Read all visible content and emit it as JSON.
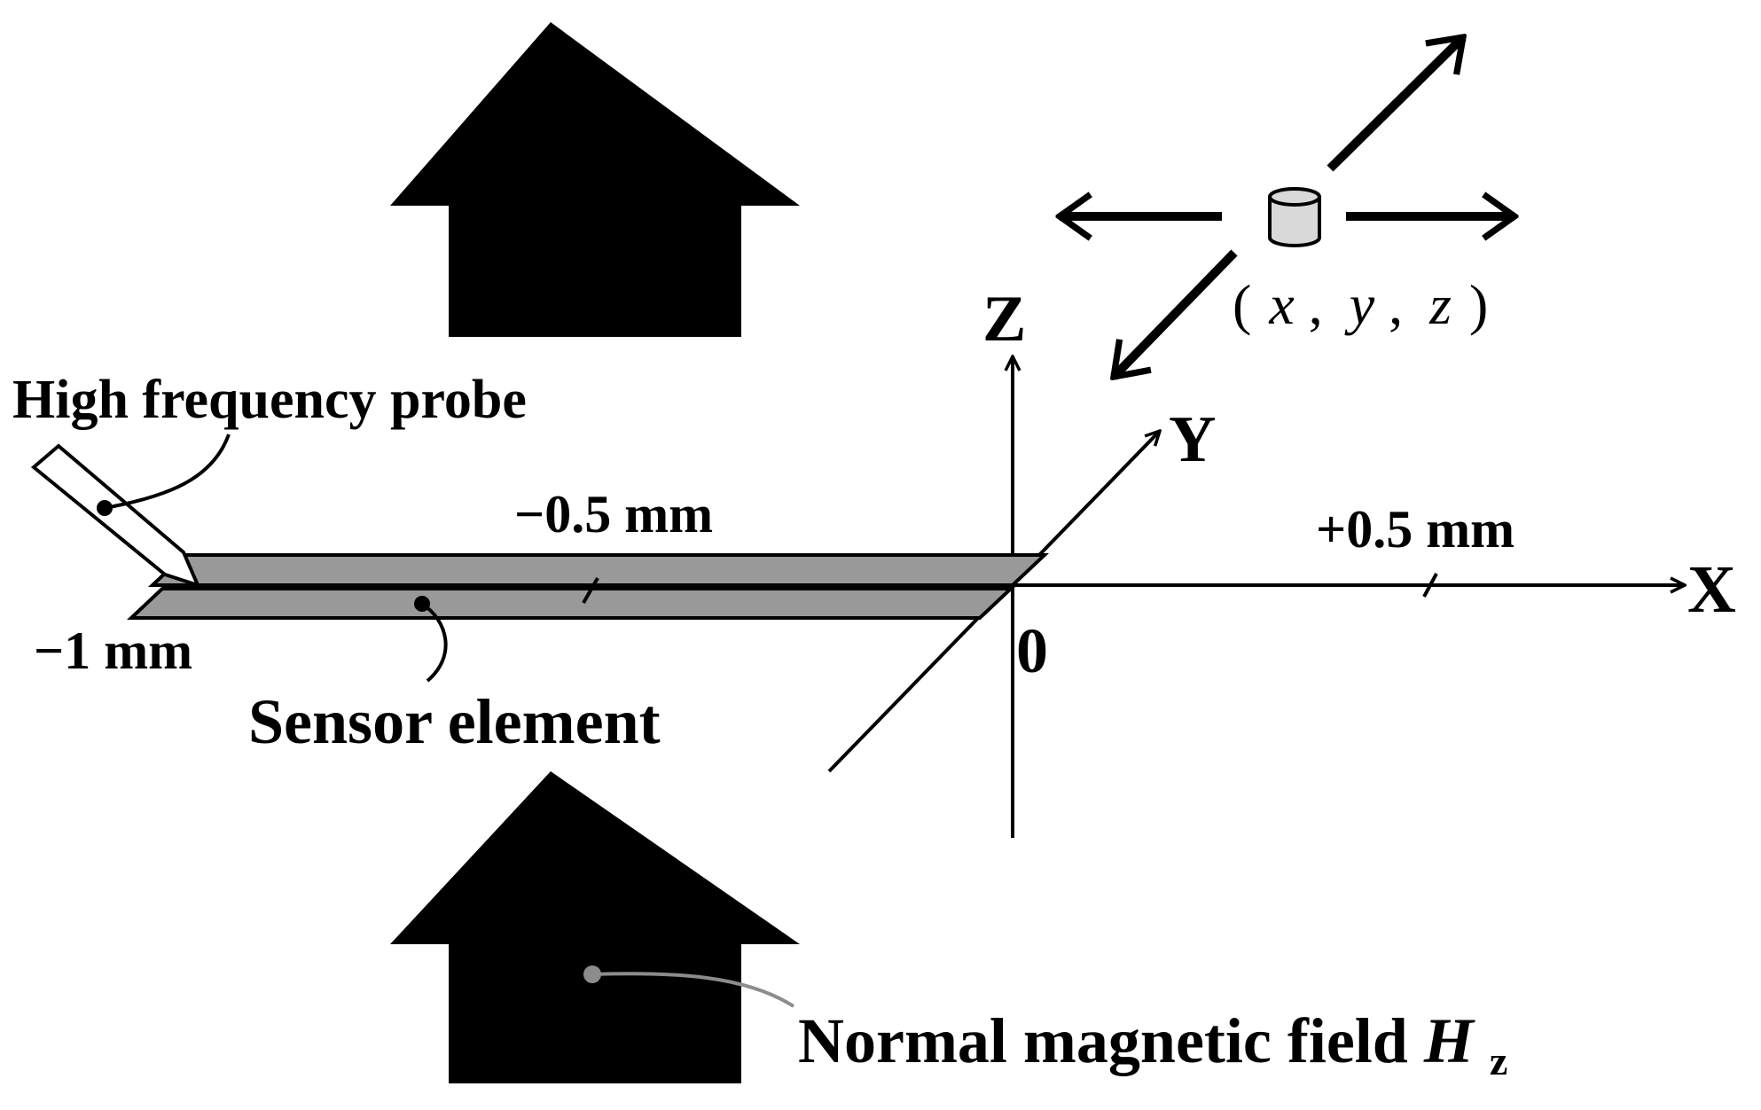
{
  "labels": {
    "probe": "High frequency probe",
    "sensor": "Sensor element",
    "field_prefix": "Normal magnetic field ",
    "field_symbol": "H",
    "field_subscript": "z",
    "minus_half": "−0.5 mm",
    "plus_half": "+0.5 mm",
    "minus_one": "−1 mm",
    "origin": "0",
    "axis_x": "X",
    "axis_y": "Y",
    "axis_z": "Z",
    "coord_open": "(",
    "coord_x": "x",
    "coord_y": "y",
    "coord_z": "z",
    "coord_comma1": ",",
    "coord_comma2": ",",
    "coord_close": ")"
  },
  "colors": {
    "ink": "#000000",
    "sensor_fill": "#999999",
    "magnet_fill": "#d9d9d9",
    "leader_gray": "#8c8c8c"
  }
}
